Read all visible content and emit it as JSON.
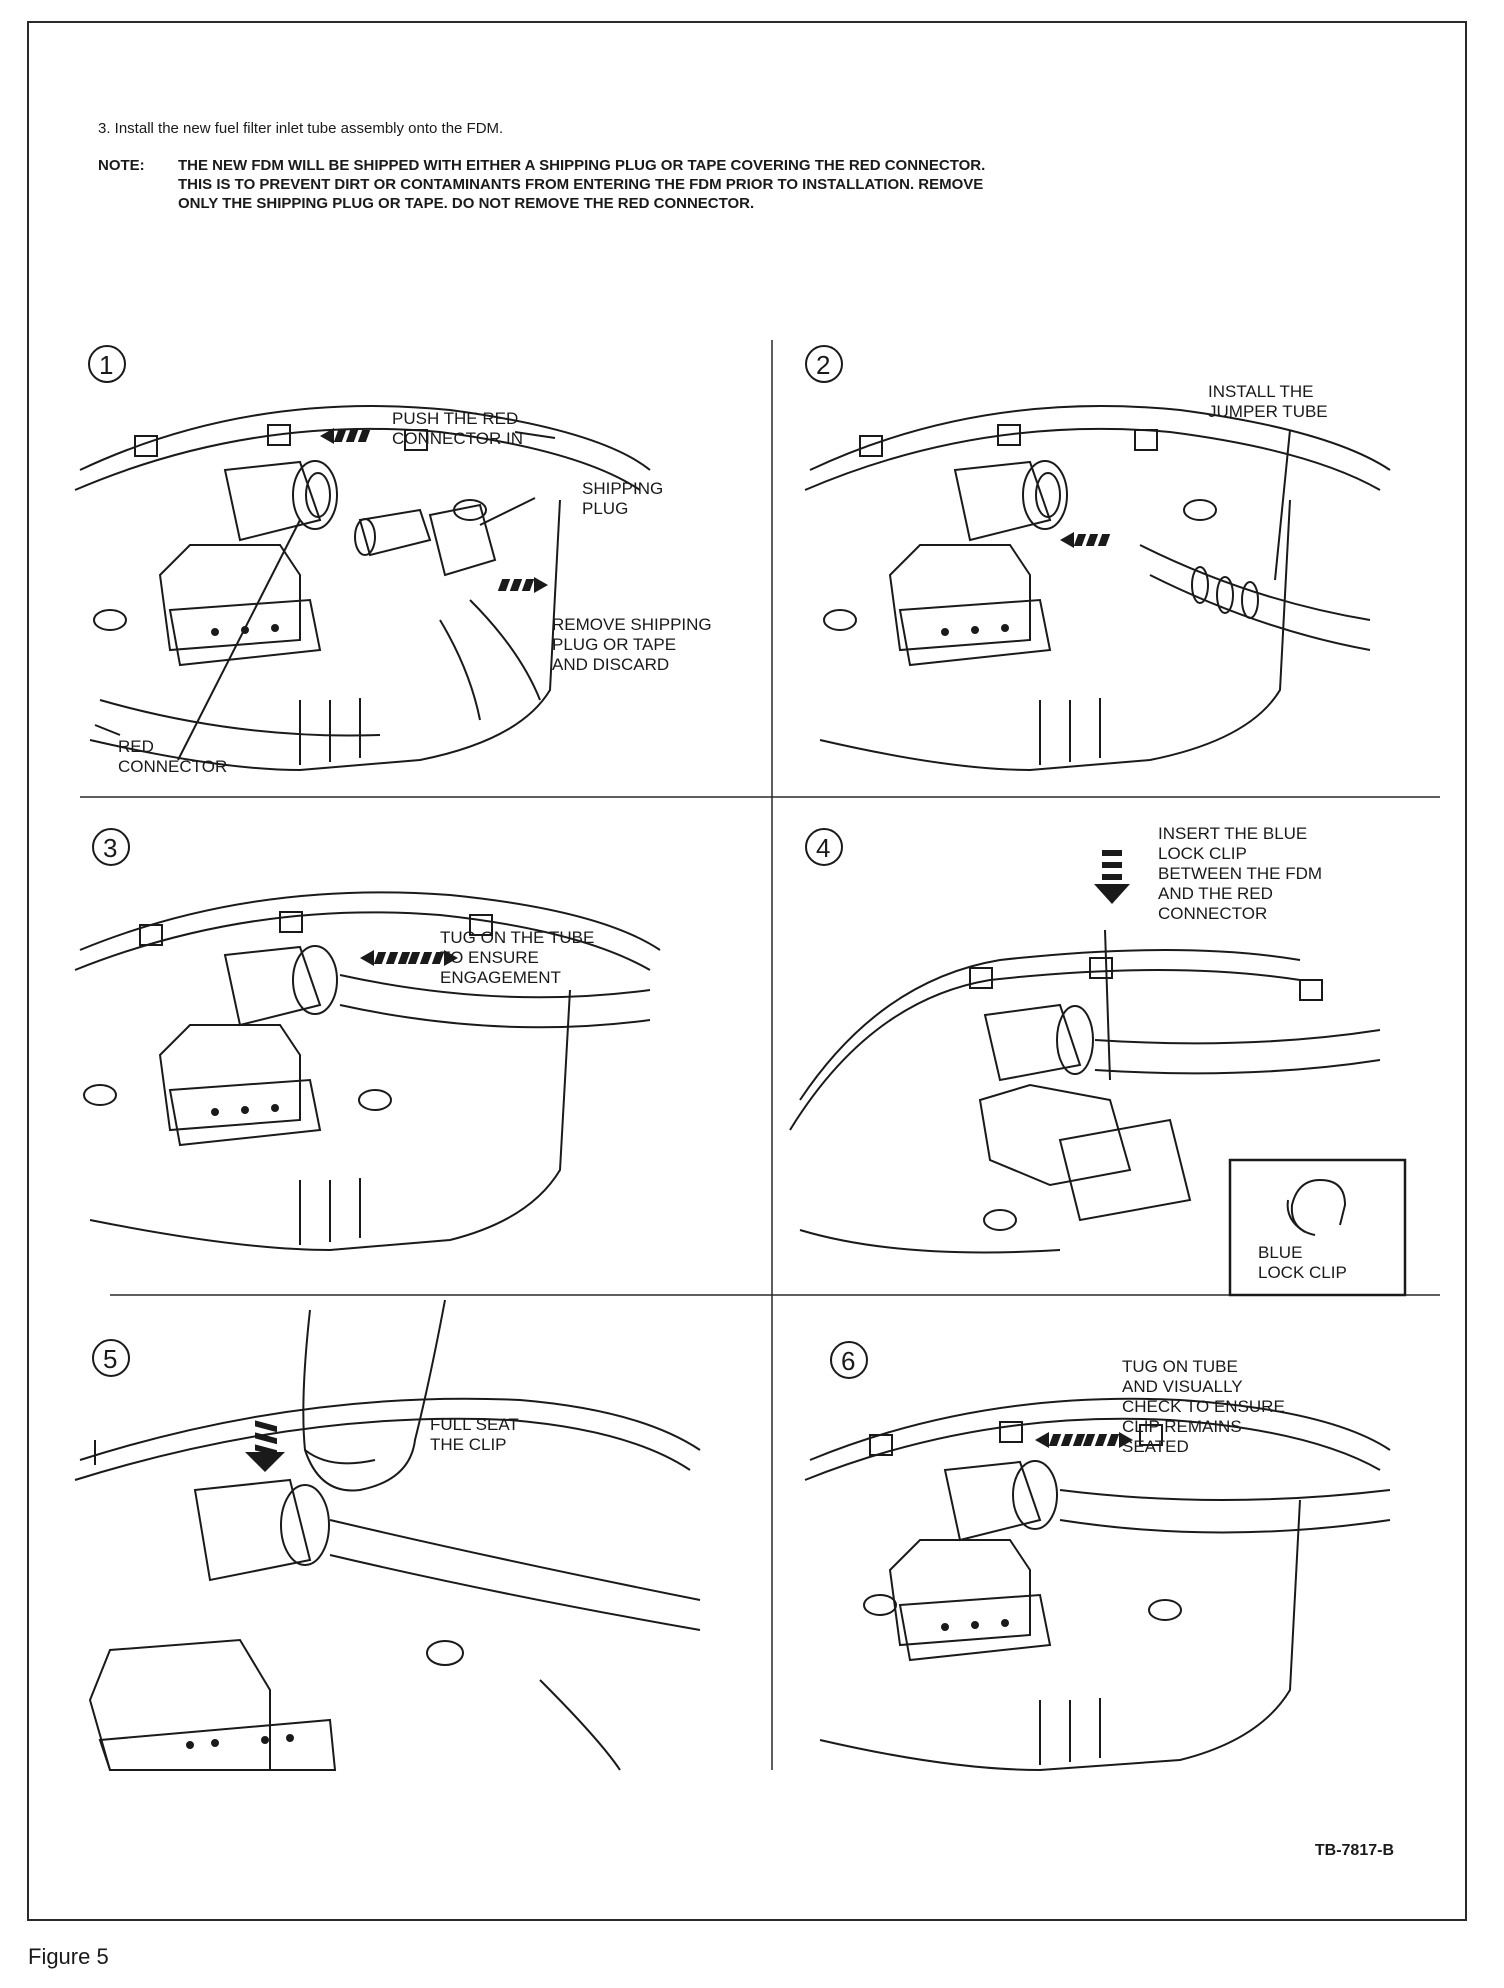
{
  "instruction": "3. Install the new fuel filter inlet tube assembly onto the FDM.",
  "note": {
    "label": "NOTE:",
    "lines": [
      "THE NEW  FDM WILL BE SHIPPED WITH EITHER A SHIPPING PLUG OR TAPE COVERING THE RED CONNECTOR.",
      "THIS IS TO PREVENT DIRT OR CONTAMINANTS FROM ENTERING THE FDM PRIOR TO INSTALLATION. REMOVE",
      "ONLY THE SHIPPING PLUG OR TAPE. DO NOT REMOVE THE RED CONNECTOR."
    ]
  },
  "panels": [
    {
      "number": "1",
      "labels": [
        [
          "PUSH THE RED",
          "CONNECTOR IN"
        ],
        [
          "SHIPPING",
          "PLUG"
        ],
        [
          "REMOVE SHIPPING",
          "PLUG OR TAPE",
          "AND DISCARD"
        ],
        [
          "RED",
          "CONNECTOR"
        ]
      ]
    },
    {
      "number": "2",
      "labels": [
        [
          "INSTALL THE",
          "JUMPER TUBE"
        ]
      ]
    },
    {
      "number": "3",
      "labels": [
        [
          "TUG ON THE TUBE",
          "TO ENSURE",
          "ENGAGEMENT"
        ]
      ]
    },
    {
      "number": "4",
      "labels": [
        [
          "INSERT THE BLUE",
          "LOCK CLIP",
          "BETWEEN THE FDM",
          "AND THE RED",
          "CONNECTOR"
        ],
        [
          "BLUE",
          "LOCK CLIP"
        ]
      ]
    },
    {
      "number": "5",
      "labels": [
        [
          "FULL SEAT",
          "THE CLIP"
        ]
      ]
    },
    {
      "number": "6",
      "labels": [
        [
          "TUG ON TUBE",
          "AND VISUALLY",
          "CHECK TO ENSURE",
          "CLIP REMAINS",
          "SEATED"
        ]
      ]
    }
  ],
  "figure_code": "TB-7817-B",
  "caption": "Figure 5"
}
